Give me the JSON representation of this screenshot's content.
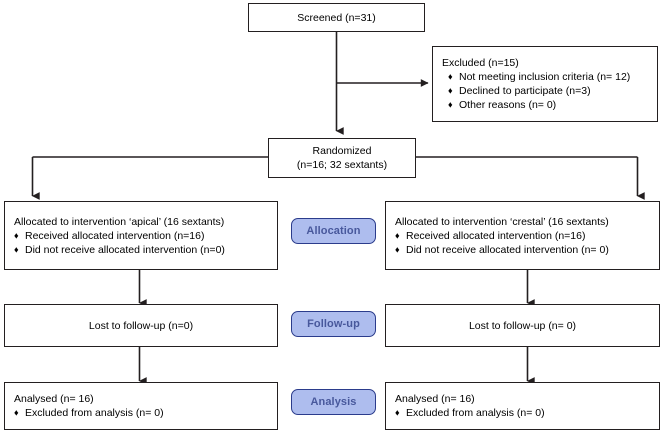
{
  "diagram": {
    "type": "consort-flow-diagram",
    "colors": {
      "box_border": "#231f20",
      "box_background": "#ffffff",
      "text": "#000000",
      "badge_fill": "#aebdee",
      "badge_border": "#2b3c8c",
      "badge_text": "#48589c",
      "connector": "#231f20"
    }
  },
  "nodes": {
    "screened": {
      "label": "Screened (n=31)"
    },
    "excluded": {
      "title": "Excluded (n=15)",
      "items": [
        "Not meeting inclusion criteria (n= 12)",
        "Declined to participate (n=3)",
        "Other reasons (n= 0)"
      ],
      "bullet": "♦"
    },
    "randomized": {
      "line1": "Randomized",
      "line2": "(n=16; 32 sextants)"
    },
    "allocation_left": {
      "title": "Allocated to intervention ‘apical’ (16 sextants)",
      "items": [
        "Received allocated intervention (n=16)",
        "Did not receive allocated intervention (n=0)"
      ],
      "bullet": "♦"
    },
    "allocation_right": {
      "title": "Allocated to intervention ‘crestal’ (16 sextants)",
      "items": [
        "Received allocated intervention (n=16)",
        "Did not receive allocated intervention (n= 0)"
      ],
      "bullet": "♦"
    },
    "followup_left": {
      "label": "Lost to follow-up (n=0)"
    },
    "followup_right": {
      "label": "Lost to follow-up (n= 0)"
    },
    "analysis_left": {
      "title": "Analysed (n= 16)",
      "items": [
        "Excluded from analysis (n= 0)"
      ],
      "bullet": "♦"
    },
    "analysis_right": {
      "title": "Analysed (n= 16)",
      "items": [
        "Excluded from analysis (n= 0)"
      ],
      "bullet": "♦"
    }
  },
  "stages": {
    "allocation": "Allocation",
    "followup": "Follow-up",
    "analysis": "Analysis"
  }
}
